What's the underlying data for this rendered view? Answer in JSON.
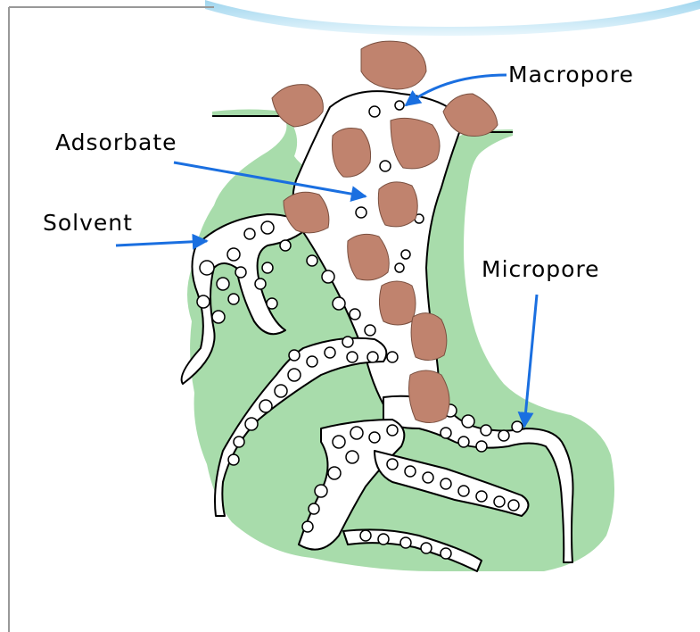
{
  "labels": {
    "macropore": "Macropore",
    "adsorbate": "Adsorbate",
    "solvent": "Solvent",
    "micropore": "Micropore"
  },
  "colors": {
    "carbon": "#a8dcab",
    "particle": "#c0836e",
    "arrow": "#1a6fe0",
    "outline": "#000000",
    "frame": "#999999",
    "frame_top_glow": "#b8e2f4"
  }
}
